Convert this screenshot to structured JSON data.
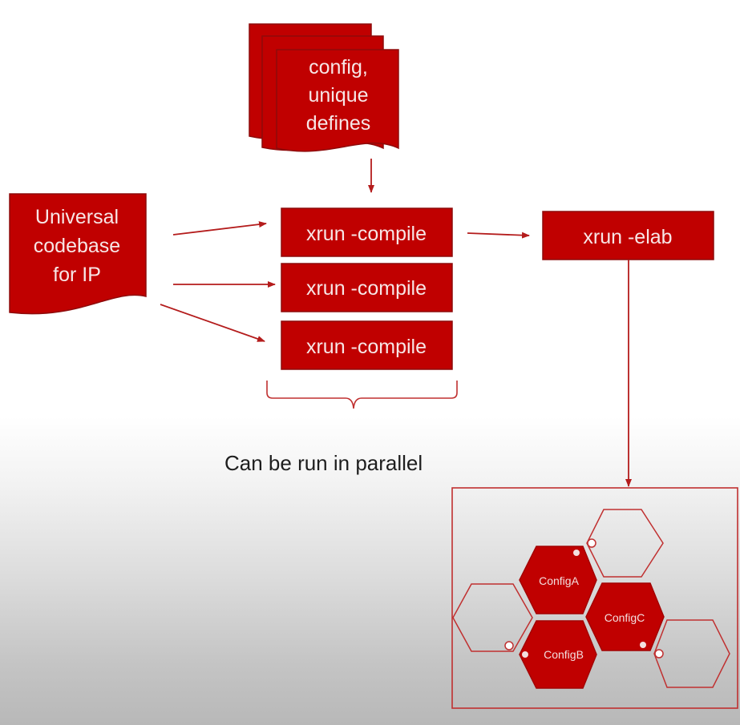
{
  "diagram": {
    "colors": {
      "primary_fill": "#c00000",
      "stroke": "#8e0b0b",
      "arrow": "#b41c1c",
      "outline": "#c03030",
      "text_on_red": "#f7e6e6",
      "caption_text": "#1e1e1e"
    },
    "config_stack": {
      "lines": [
        "config,",
        "unique",
        "defines"
      ]
    },
    "codebase_doc": {
      "lines": [
        "Universal",
        "codebase",
        "for IP"
      ]
    },
    "compile_steps": [
      {
        "label": "xrun -compile"
      },
      {
        "label": "xrun -compile"
      },
      {
        "label": "xrun -compile"
      }
    ],
    "elab_step": {
      "label": "xrun -elab"
    },
    "parallel_caption": "Can be run in parallel",
    "snapshot_panel": {
      "filled_hexes": [
        {
          "label": "ConfigA"
        },
        {
          "label": "ConfigB"
        },
        {
          "label": "ConfigC"
        }
      ],
      "empty_hex_count": 3
    }
  }
}
